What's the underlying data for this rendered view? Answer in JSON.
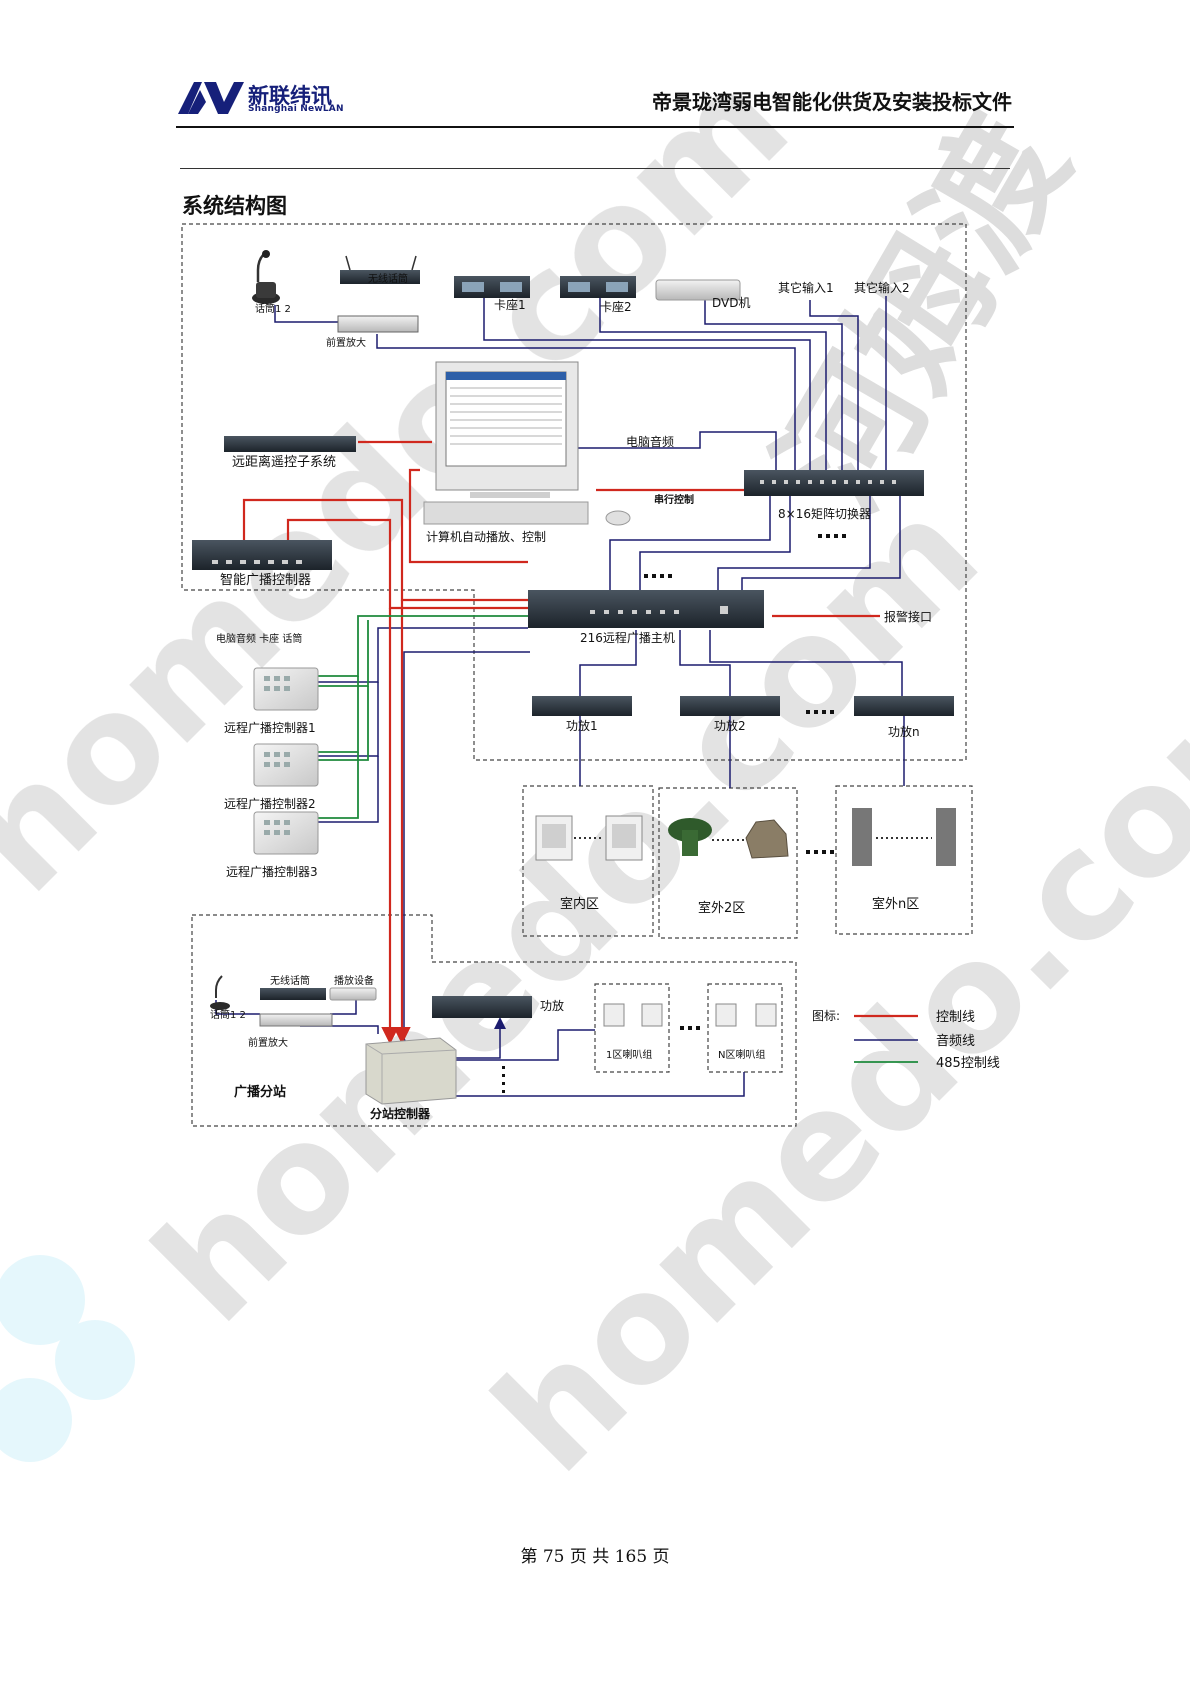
{
  "header": {
    "company_name": "新联纬讯",
    "company_name_en": "Shanghai NewLAN",
    "doc_title": "帝景珑湾弱电智能化供货及安装投标文件"
  },
  "section": {
    "title": "系统结构图"
  },
  "diagram": {
    "mic": "话筒1 2",
    "wireless_mic": "无线话筒",
    "preamp": "前置放大",
    "card1": "卡座1",
    "card2": "卡座2",
    "dvd": "DVD机",
    "other_in1": "其它输入1",
    "other_in2": "其它输入2",
    "remote_ctrl": "远距离遥控子系统",
    "pc_audio": "电脑音频",
    "serial_ctrl": "串行控制",
    "matrix": "8×16矩阵切换器",
    "computer": "计算机自动播放、控制",
    "smart_ctrl": "智能广播控制器",
    "alarm": "报警接口",
    "host": "216远程广播主机",
    "remote_inputs": "电脑音频 卡座 话筒",
    "rc1": "远程广播控制器1",
    "rc2": "远程广播控制器2",
    "rc3": "远程广播控制器3",
    "amp1": "功放1",
    "amp2": "功放2",
    "ampn": "功放n",
    "zone_indoor": "室内区",
    "zone_out2": "室外2区",
    "zone_outn": "室外n区",
    "sub_mic": "话筒1 2",
    "sub_wireless": "无线话筒",
    "sub_other": "播放设备",
    "sub_preamp": "前置放大",
    "sub_amp": "功放",
    "sub_zone1": "1区喇叭组",
    "sub_zonen": "N区喇叭组",
    "substation": "广播分站",
    "sub_ctrl": "分站控制器",
    "legend_title": "图标:",
    "legend_ctrl": "控制线",
    "legend_audio": "音频线",
    "legend_485": "485控制线"
  },
  "colors": {
    "control_line": "#d0281e",
    "audio_line": "#1c1c6e",
    "rs485_line": "#1e8a3c",
    "brand": "#16207a"
  },
  "watermark": "homedo.com",
  "footer": {
    "page_text": "第 75 页 共 165 页"
  }
}
